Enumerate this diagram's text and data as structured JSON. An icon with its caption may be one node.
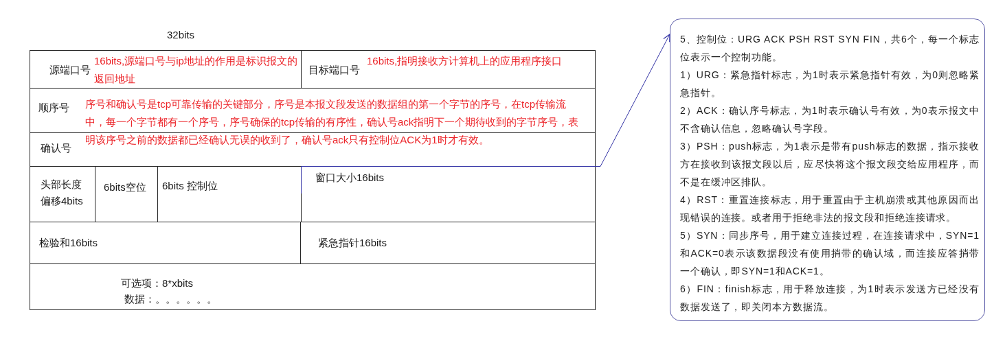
{
  "diagram": {
    "nodes": [
      {
        "text": [
          "源端口号",
          "16bits,源端口号与ip地址的作用是标识报文的返回地址"
        ]
      },
      {
        "text": [
          "目标端口号",
          "16bits,指明接收方计算机上的应用程序接口"
        ]
      },
      {
        "text": [
          "顺序号"
        ]
      },
      {
        "text": [
          "确认号"
        ]
      },
      {
        "text": [
          "头部长度偏移4bits"
        ]
      },
      {
        "text": [
          "6bits空位"
        ]
      },
      {
        "text": [
          "6bits 控制位"
        ]
      },
      {
        "text": [
          "窗口大小16bits"
        ]
      },
      {
        "text": [
          "检验和16bits"
        ]
      },
      {
        "text": [
          "紧急指针16bits"
        ]
      },
      {
        "text": [
          "可选项：8*xbits",
          "数据：。。。。。。"
        ]
      },
      {
        "text": [
          "5、控制位：URG ACK PSH RST SYN FIN，共6个，每一个标志位表示一个控制功能。",
          "1）URG：紧急指针标志，为1时表示紧急指针有效，为0则忽略紧急指针。",
          "2）ACK：确认序号标志，为1时表示确认号有效，为0表示报文中不含确认信息，忽略确认号字段。",
          "3）PSH：push标志，为1表示是带有push标志的数据，指示接收方在接收到该报文段以后，应尽快将这个报文段交给应用程序，而不是在缓冲区排队。",
          "4）RST：重置连接标志，用于重置由于主机崩溃或其他原因而出现错误的连接。或者用于拒绝非法的报文段和拒绝连接请求。",
          "5）SYN：同步序号，用于建立连接过程，在连接请求中，SYN=1和ACK=0表示该数据段没有使用捎带的确认域，而连接应答捎带一个确认，即SYN=1和ACK=1。",
          "6）FIN：finish标志，用于释放连接，为1时表示发送方已经没有数据发送了，即关闭本方数据流。"
        ]
      }
    ],
    "edges": [
      {
        "from": 6,
        "to": 11,
        "arrow": "to"
      }
    ],
    "labels": [
      "32bits",
      "序号和确认号是tcp可靠传输的关键部分，序号是本报文段发送的数据组的第一个字节的序号，在tcp传输流中，每一个字节都有一个序号，序号确保的tcp传输的有序性，确认号ack指明下一个期待收到的字节序号，表明该序号之前的数据都已经确认无误的收到了，确认号ack只有控制位ACK为1时才有效。"
    ]
  }
}
